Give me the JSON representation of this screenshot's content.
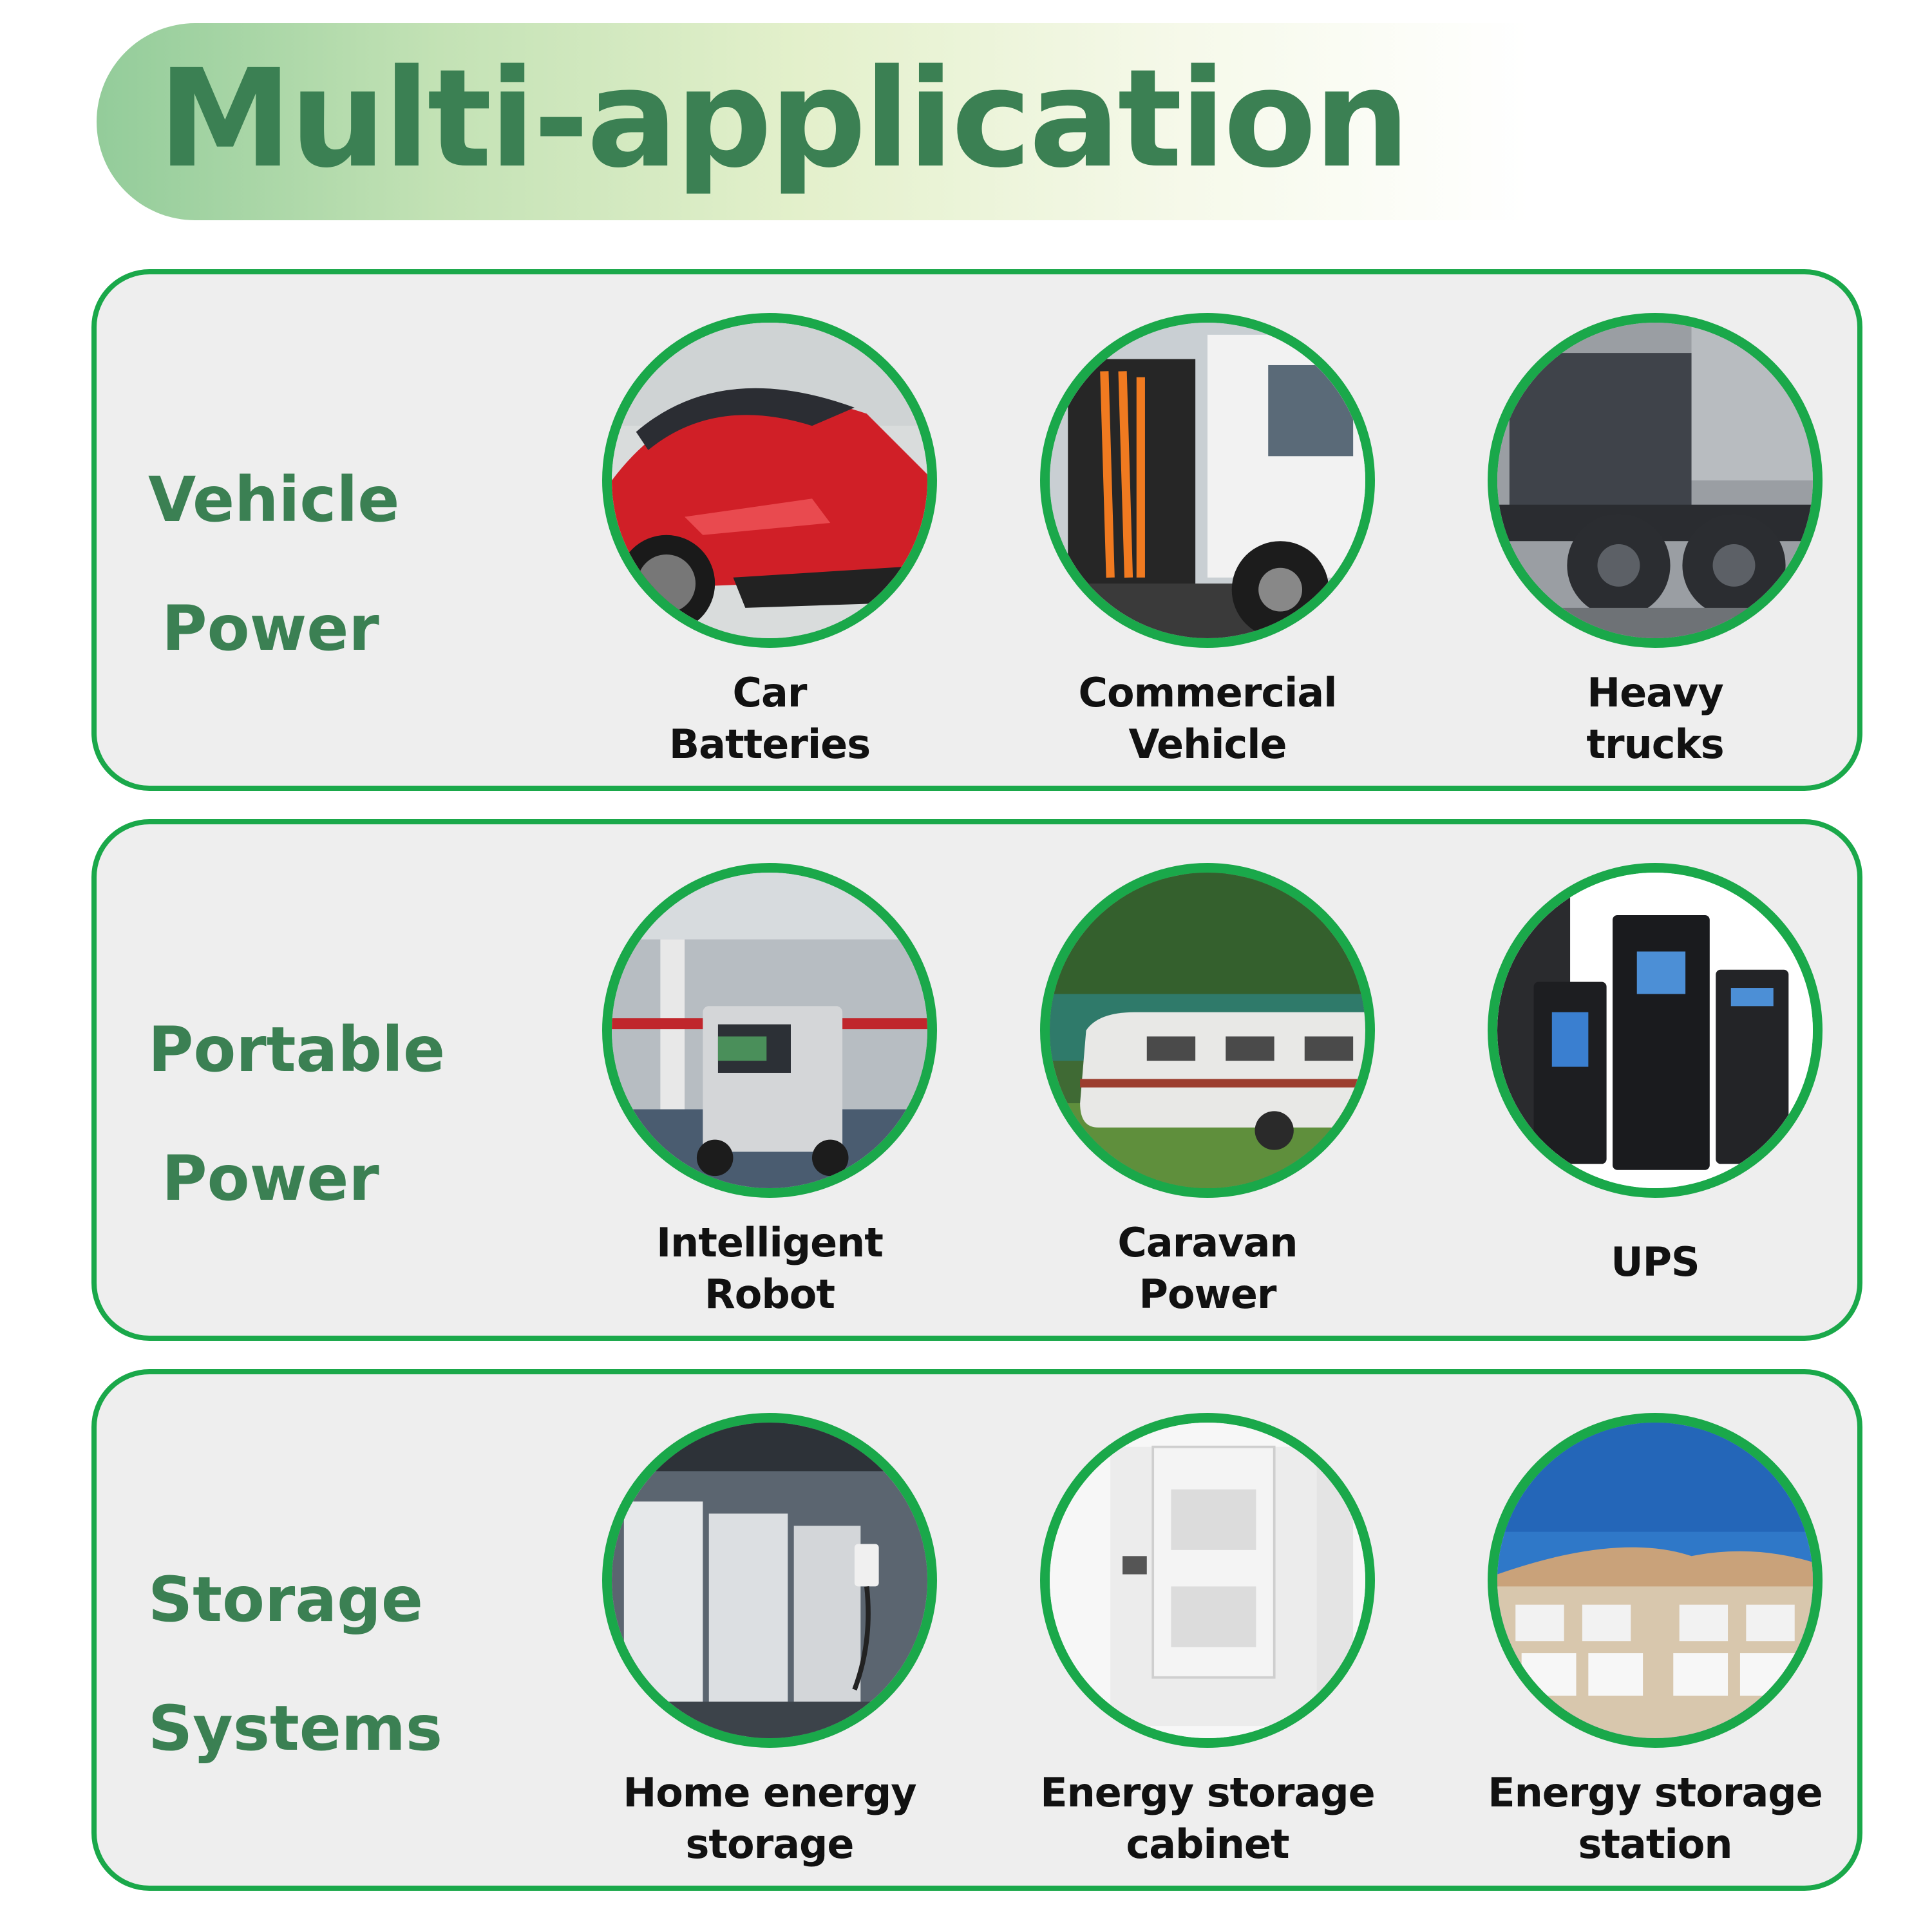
{
  "header": {
    "title": "Multi-application"
  },
  "colors": {
    "accent": "#1aa84a",
    "heading": "#3b8053",
    "panel_bg": "#eeeeee"
  },
  "categories": [
    {
      "label_lines": [
        "Vehicle",
        "Power"
      ],
      "items": [
        {
          "label_lines": [
            "Car",
            "Batteries"
          ],
          "icon": "red-car-photo"
        },
        {
          "label_lines": [
            "Commercial",
            "Vehicle"
          ],
          "icon": "truck-battery-photo"
        },
        {
          "label_lines": [
            "Heavy",
            "trucks"
          ],
          "icon": "heavy-truck-photo"
        }
      ]
    },
    {
      "label_lines": [
        "Portable",
        "Power"
      ],
      "items": [
        {
          "label_lines": [
            "Intelligent",
            "Robot"
          ],
          "icon": "robot-photo"
        },
        {
          "label_lines": [
            "Caravan",
            "Power"
          ],
          "icon": "caravan-photo"
        },
        {
          "label_lines": [
            "UPS"
          ],
          "icon": "ups-photo"
        }
      ]
    },
    {
      "label_lines": [
        "Storage",
        "Systems"
      ],
      "items": [
        {
          "label_lines": [
            "Home energy",
            "storage"
          ],
          "icon": "home-storage-photo"
        },
        {
          "label_lines": [
            "Energy storage",
            "cabinet"
          ],
          "icon": "storage-cabinet-photo"
        },
        {
          "label_lines": [
            "Energy storage",
            "station"
          ],
          "icon": "storage-station-photo"
        }
      ]
    }
  ]
}
